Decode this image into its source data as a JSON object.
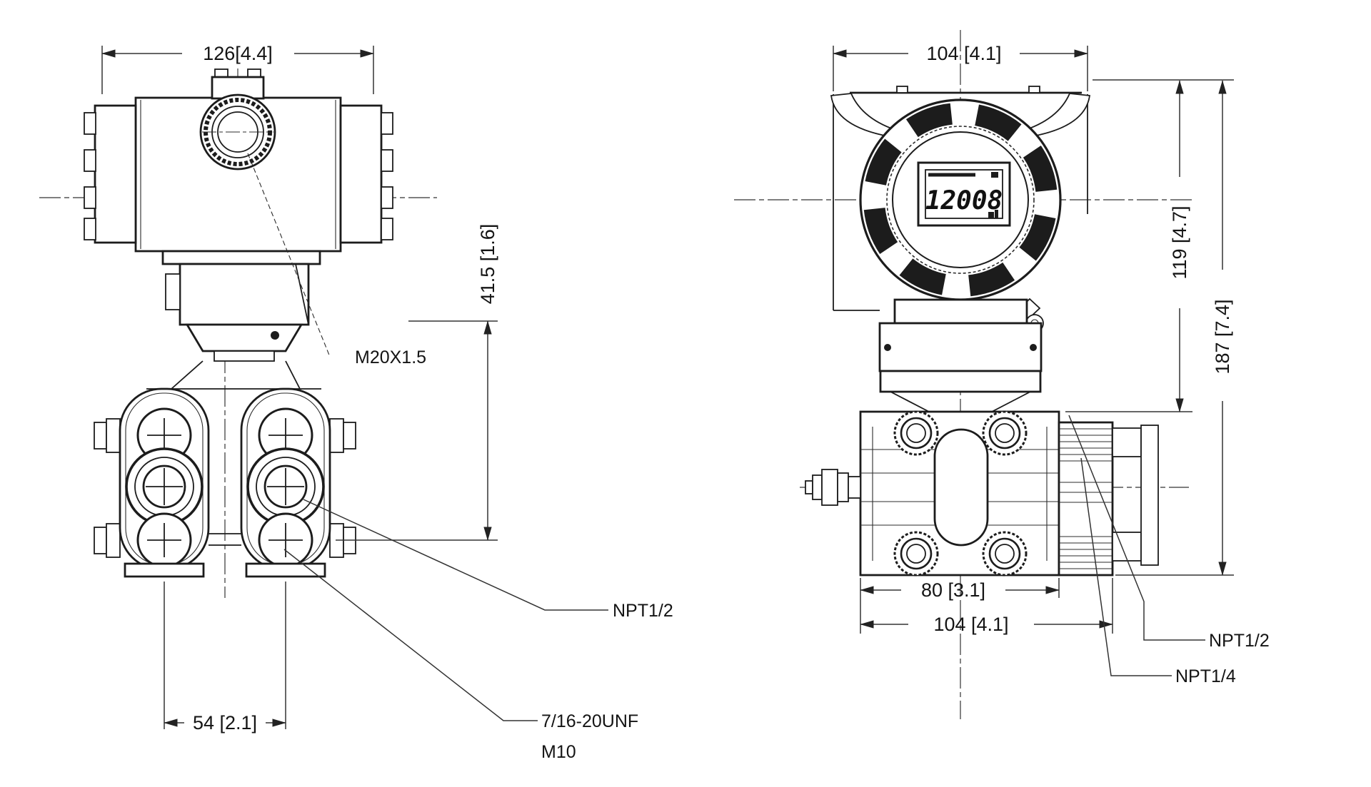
{
  "left_view": {
    "width_dim": "126[4.4]",
    "conduit_height_dim": "41.5 [1.6]",
    "bolt_spacing_dim": "54 [2.1]",
    "conduit_thread_label": "M20X1.5",
    "process_connection_label": "NPT1/2",
    "flange_bolt_thread_label": "7/16-20UNF",
    "flange_bolt_alt_label": "M10"
  },
  "right_view": {
    "width_dim": "104 [4.1]",
    "body_height_dim": "119 [4.7]",
    "total_height_dim": "187 [7.4]",
    "flange_width_dim": "80 [3.1]",
    "overall_width_dim": "104 [4.1]",
    "conduit_label": "NPT1/2",
    "vent_label": "NPT1/4",
    "lcd_value": "12008"
  },
  "colors": {
    "line": "#1c1c1c",
    "background": "#ffffff"
  }
}
